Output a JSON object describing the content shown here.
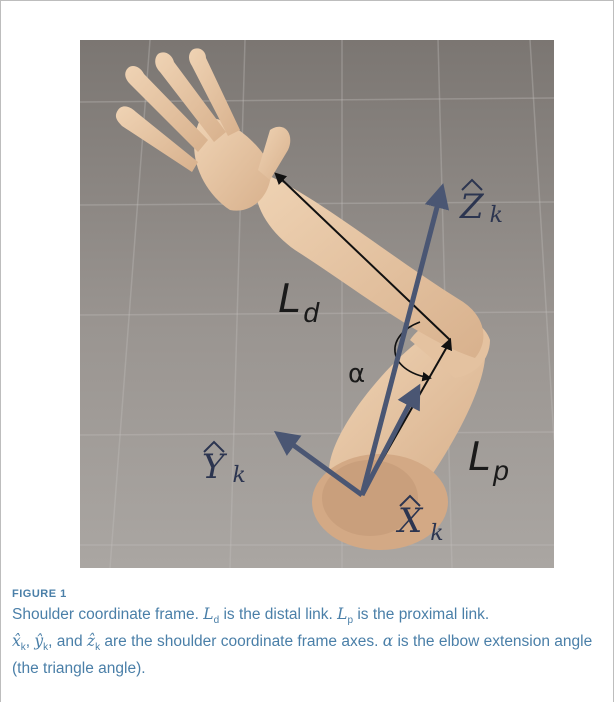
{
  "figure": {
    "labels": {
      "distal": "L",
      "distal_sub": "d",
      "proximal": "L",
      "proximal_sub": "p",
      "alpha": "α",
      "z_axis": "Z",
      "y_axis": "Y",
      "x_axis": "X",
      "axis_sub": "k"
    },
    "colors": {
      "background_top": "#7b7672",
      "background_bottom": "#a7a29e",
      "skin": "#e6c6a5",
      "axis_arrow": "#4a5673",
      "link_arrow": "#111111"
    }
  },
  "caption": {
    "label": "FIGURE 1",
    "parts": {
      "p1": "Shoulder coordinate frame. ",
      "ld": "L",
      "ld_sub": "d",
      "p2": " is the distal link. ",
      "lp": "L",
      "lp_sub": "p",
      "p3": " is the proximal link.",
      "xk": "x̂",
      "xk_sub": "k",
      "sep1": ", ",
      "yk": "ŷ",
      "yk_sub": "k",
      "sep2": ", and ",
      "zk": "ẑ",
      "zk_sub": "k",
      "p4": " are the shoulder coordinate frame axes. ",
      "alpha": "α",
      "p5": " is the elbow extension angle (the triangle angle)."
    }
  }
}
